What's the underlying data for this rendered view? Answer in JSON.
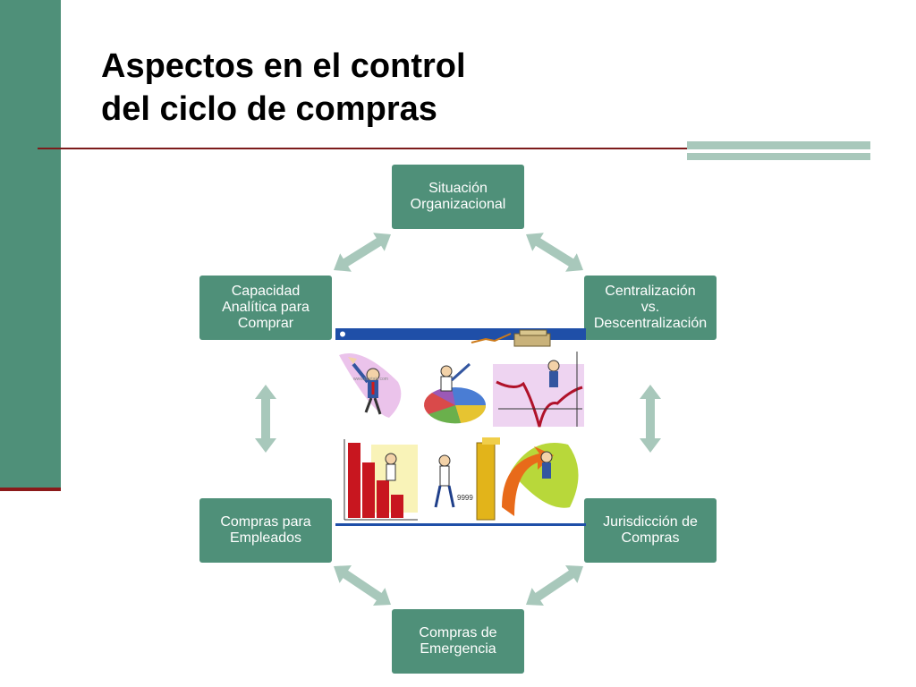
{
  "title": {
    "line1": "Aspectos en el control",
    "line2": "del ciclo de compras"
  },
  "nodes": [
    {
      "label": "Situación\nOrganizacional"
    },
    {
      "label": "Centralización\nvs.\nDescentralización"
    },
    {
      "label": "Jurisdicción de\nCompras"
    },
    {
      "label": "Compras de\nEmergencia"
    },
    {
      "label": "Compras para\nEmpleados"
    },
    {
      "label": "Capacidad\nAnalítica   para\nComprar"
    }
  ],
  "colors": {
    "node": "#4f9079",
    "arrow": "#a8c8bb",
    "rule": "#7d1b1b",
    "accent": "#a8c8bb"
  },
  "illustration": {
    "watermark": "www.photaki.com",
    "gauge_label": "9999"
  }
}
